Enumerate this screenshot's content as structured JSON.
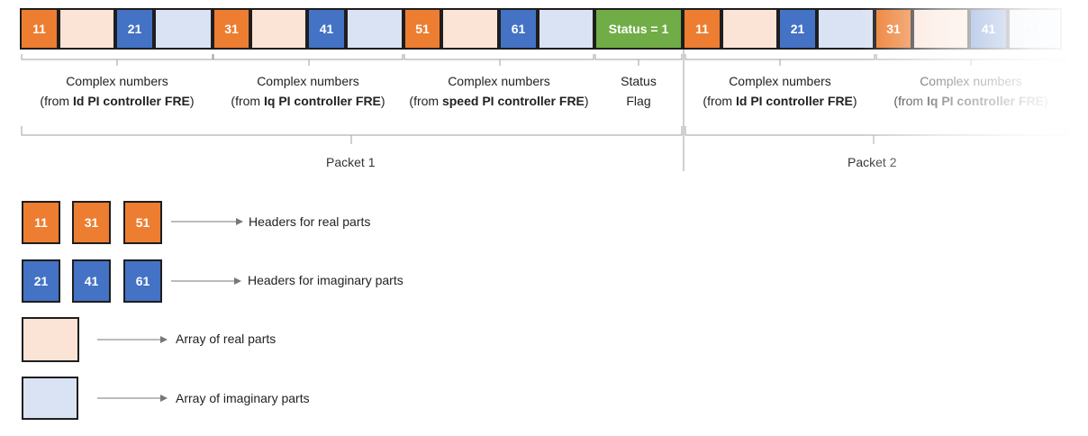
{
  "strip": {
    "packet1": [
      {
        "text": "11",
        "kind": "orange"
      },
      {
        "text": "",
        "kind": "lreal"
      },
      {
        "text": "21",
        "kind": "blue"
      },
      {
        "text": "",
        "kind": "limag"
      },
      {
        "text": "31",
        "kind": "orange"
      },
      {
        "text": "",
        "kind": "lreal"
      },
      {
        "text": "41",
        "kind": "blue"
      },
      {
        "text": "",
        "kind": "limag"
      },
      {
        "text": "51",
        "kind": "orange"
      },
      {
        "text": "",
        "kind": "lreal"
      },
      {
        "text": "61",
        "kind": "blue"
      },
      {
        "text": "",
        "kind": "limag"
      },
      {
        "text": "Status = 1",
        "kind": "green"
      }
    ],
    "packet2": [
      {
        "text": "11",
        "kind": "orange"
      },
      {
        "text": "",
        "kind": "lreal"
      },
      {
        "text": "21",
        "kind": "blue"
      },
      {
        "text": "",
        "kind": "limag"
      },
      {
        "text": "31",
        "kind": "orange"
      },
      {
        "text": "",
        "kind": "lreal"
      },
      {
        "text": "41",
        "kind": "blue"
      },
      {
        "text": "· · ·",
        "kind": "limag"
      }
    ]
  },
  "groups": [
    {
      "line1": "Complex numbers",
      "pre": "(from ",
      "bold": "Id PI controller FRE",
      "post": ")"
    },
    {
      "line1": "Complex numbers",
      "pre": "(from ",
      "bold": "Iq PI controller FRE",
      "post": ")"
    },
    {
      "line1": "Complex numbers",
      "pre": "(from ",
      "bold": "speed PI controller FRE",
      "post": ")"
    },
    {
      "line1": "Status",
      "line2": "Flag"
    },
    {
      "line1": "Complex numbers",
      "pre": "(from ",
      "bold": "Id PI controller FRE",
      "post": ")"
    },
    {
      "line1": "Complex numbers",
      "pre": "(from ",
      "bold": "Iq PI controller FRE",
      "post": ")"
    }
  ],
  "packets": {
    "p1": "Packet 1",
    "p2": "Packet 2"
  },
  "legend": {
    "real_headers": [
      "11",
      "31",
      "51"
    ],
    "imag_headers": [
      "21",
      "41",
      "61"
    ],
    "real_headers_label": "Headers for real parts",
    "imag_headers_label": "Headers for imaginary parts",
    "real_array_label": "Array of real parts",
    "imag_array_label": "Array of imaginary parts"
  },
  "colors": {
    "orange": "#ed7d31",
    "blue": "#4472c4",
    "green": "#70ad47",
    "light_orange": "#fbe3d6",
    "light_blue": "#dae3f3"
  }
}
